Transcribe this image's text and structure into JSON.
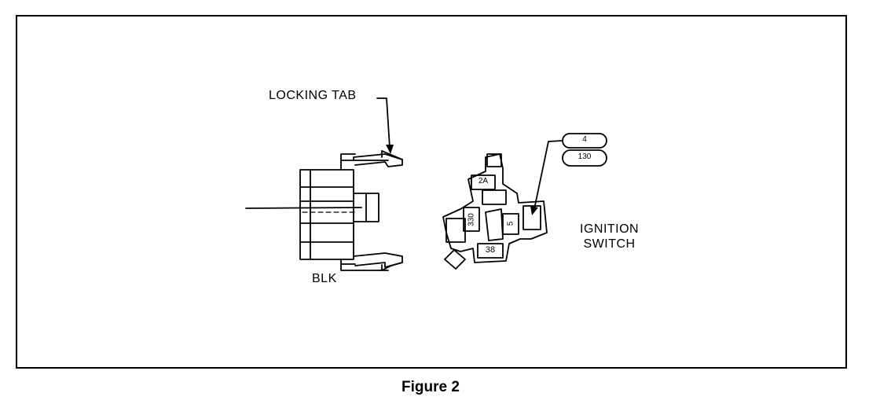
{
  "labels": {
    "locking_tab": "LOCKING TAB",
    "blk": "BLK",
    "ignition_line1": "IGNITION",
    "ignition_line2": "SWITCH"
  },
  "pins": {
    "p2a": "2A",
    "p330": "330",
    "p5": "5",
    "p38": "38"
  },
  "circuits": {
    "top": "4",
    "bottom": "130"
  },
  "caption": "Figure 2"
}
